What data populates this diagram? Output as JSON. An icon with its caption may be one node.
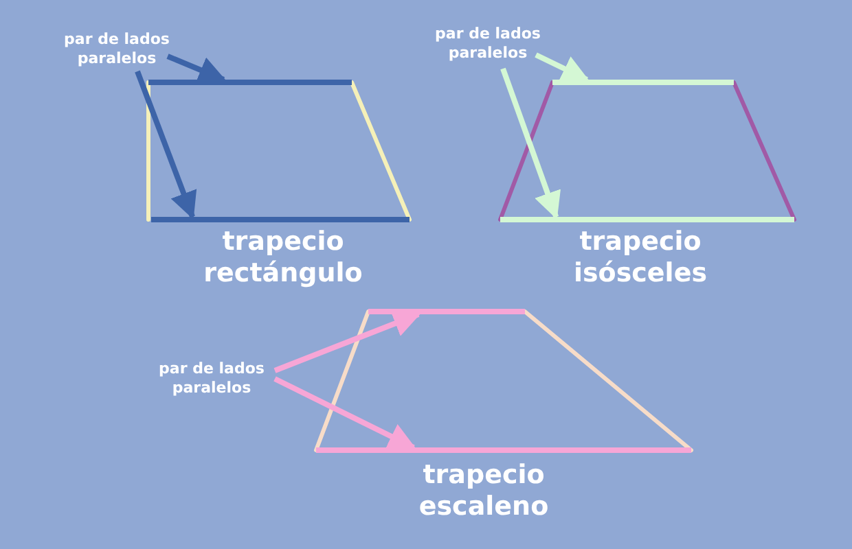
{
  "diagram": {
    "nodes": [
      {
        "text": [
          "par de lados paralelos"
        ]
      },
      {
        "text": [],
        "shape": "bar"
      },
      {
        "text": [],
        "shape": "bar"
      },
      {
        "text": [
          "par de lados paralelos"
        ]
      },
      {
        "text": [],
        "shape": "bar"
      },
      {
        "text": [],
        "shape": "bar"
      },
      {
        "text": [
          "par de lados paralelos"
        ]
      },
      {
        "text": [],
        "shape": "bar"
      },
      {
        "text": [],
        "shape": "bar"
      }
    ],
    "edges": [
      {
        "from": 0,
        "to": 1,
        "arrow": "to",
        "color": "#3d64a8"
      },
      {
        "from": 0,
        "to": 2,
        "arrow": "to",
        "color": "#3d64a8"
      },
      {
        "from": 3,
        "to": 4,
        "arrow": "to",
        "color": "#d4f7d4"
      },
      {
        "from": 3,
        "to": 5,
        "arrow": "to",
        "color": "#d4f7d4"
      },
      {
        "from": 6,
        "to": 7,
        "arrow": "to",
        "color": "#f7a6d6"
      },
      {
        "from": 6,
        "to": 8,
        "arrow": "to",
        "color": "#f7a6d6"
      }
    ],
    "labels": [
      "trapecio rectángulo",
      "trapecio isósceles",
      "trapecio escaleno"
    ]
  }
}
